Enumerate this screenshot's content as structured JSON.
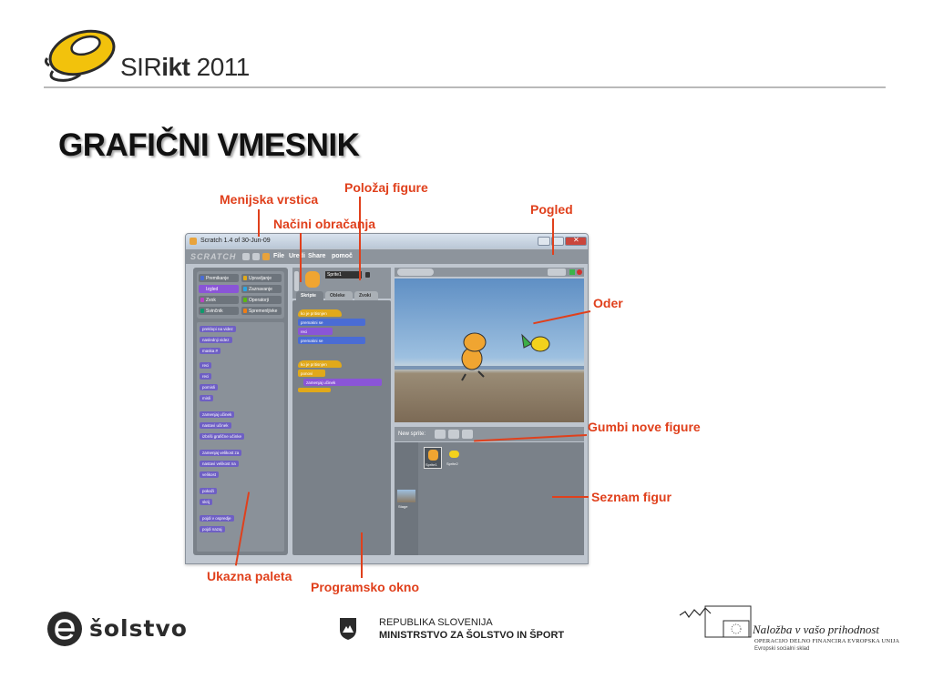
{
  "header": {
    "logo_prefix": "SIR",
    "logo_bold": "ikt",
    "logo_year": " 2011"
  },
  "slide": {
    "title": "GRAFIČNI VMESNIK"
  },
  "annotations": {
    "menu_bar": "Menijska vrstica",
    "rotation_modes": "Načini obračanja",
    "sprite_position": "Položaj figure",
    "view": "Pogled",
    "stage": "Oder",
    "new_sprite_buttons": "Gumbi nove figure",
    "sprite_list": "Seznam figur",
    "block_palette": "Ukazna paleta",
    "script_area": "Programsko okno"
  },
  "screenshot": {
    "window_title": "Scratch 1.4 of 30-Jun-09",
    "logo": "SCRATCH",
    "menu": [
      "File",
      "Uredi",
      "Share",
      "pomoč"
    ],
    "categories": [
      {
        "label": "Premikanje",
        "color": "#4a6cd4"
      },
      {
        "label": "Upravljanje",
        "color": "#e1a91a"
      },
      {
        "label": "Izgled",
        "color": "#8a55d7"
      },
      {
        "label": "Zaznavanje",
        "color": "#2ca5e2"
      },
      {
        "label": "Zvok",
        "color": "#bb42c3"
      },
      {
        "label": "Operatorji",
        "color": "#5cb712"
      },
      {
        "label": "Svinčnik",
        "color": "#0e9a6c"
      },
      {
        "label": "Spremenljivke",
        "color": "#ee7d16"
      }
    ],
    "palette_blocks": [
      "preklopi na videz",
      "naslednji videz",
      "maska #",
      "reci",
      "reci",
      "pomisli",
      "misli",
      "zamenjaj učinek",
      "nastavi učinek",
      "izbriši grafične učinke",
      "zamenjaj velikost za",
      "nastavi velikost na",
      "velikost",
      "pokaži",
      "skrij",
      "pojdi v ospredje",
      "pojdi nazaj"
    ],
    "sprite_name": "Sprite1",
    "tabs": [
      "Skripte",
      "Obleke",
      "Zvoki"
    ],
    "scripts": [
      "ko je pritisnjen",
      "premakni se",
      "reci",
      "premakni se",
      "ko je pritisnjen",
      "ponovi",
      "zamenjaj učinek"
    ],
    "new_sprite_label": "New sprite:",
    "sprites": [
      "Sprite1",
      "Sprite2"
    ],
    "stage_label": "Stage"
  },
  "footer": {
    "solstvo": "šolstvo",
    "rs_line1": "REPUBLIKA SLOVENIJA",
    "rs_line2": "MINISTRSTVO ZA ŠOLSTVO IN ŠPORT",
    "eu_line1": "Naložba v vašo prihodnost",
    "eu_line2": "OPERACIJO DELNO FINANCIRA EVROPSKA UNIJA",
    "eu_line3": "Evropski socialni sklad"
  }
}
